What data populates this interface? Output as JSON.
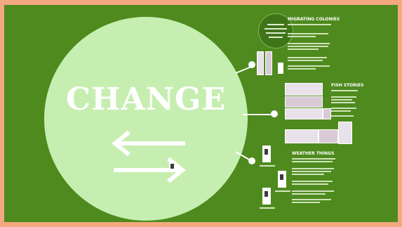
{
  "title": "CHANGE",
  "sections": [
    {
      "heading": "MIGRATING COLONIES"
    },
    {
      "heading": "FISH STORIES"
    },
    {
      "heading": "WEATHER THINGS"
    }
  ],
  "colors": {
    "frame": "#f4a882",
    "background": "#4e8a1e",
    "circle": "#c6eeb0",
    "arrows": "#ffffff"
  },
  "icons": [
    "arrow-left-icon",
    "arrow-right-icon"
  ]
}
